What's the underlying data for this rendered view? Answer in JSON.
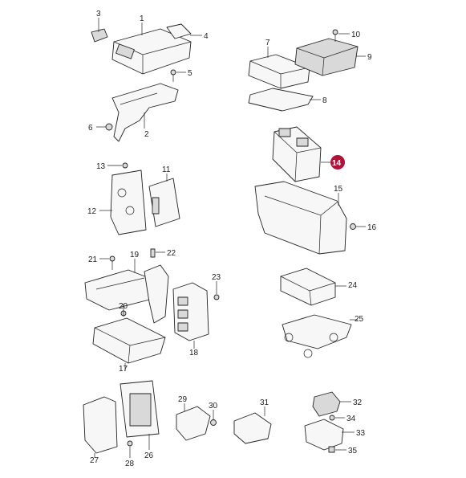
{
  "callouts": [
    {
      "id": "c1",
      "text": "1"
    },
    {
      "id": "c2",
      "text": "2"
    },
    {
      "id": "c3",
      "text": "3"
    },
    {
      "id": "c4",
      "text": "4"
    },
    {
      "id": "c5",
      "text": "5"
    },
    {
      "id": "c6",
      "text": "6"
    },
    {
      "id": "c7",
      "text": "7"
    },
    {
      "id": "c8",
      "text": "8"
    },
    {
      "id": "c9",
      "text": "9"
    },
    {
      "id": "c10",
      "text": "10"
    },
    {
      "id": "c11",
      "text": "11"
    },
    {
      "id": "c12",
      "text": "12"
    },
    {
      "id": "c13",
      "text": "13"
    },
    {
      "id": "c14",
      "text": "14"
    },
    {
      "id": "c15",
      "text": "15"
    },
    {
      "id": "c16",
      "text": "16"
    },
    {
      "id": "c17",
      "text": "17"
    },
    {
      "id": "c18",
      "text": "18"
    },
    {
      "id": "c19",
      "text": "19"
    },
    {
      "id": "c20",
      "text": "20"
    },
    {
      "id": "c21",
      "text": "21"
    },
    {
      "id": "c22",
      "text": "22"
    },
    {
      "id": "c23",
      "text": "23"
    },
    {
      "id": "c24",
      "text": "24"
    },
    {
      "id": "c25",
      "text": "25"
    },
    {
      "id": "c26",
      "text": "26"
    },
    {
      "id": "c27",
      "text": "27"
    },
    {
      "id": "c28",
      "text": "28"
    },
    {
      "id": "c29",
      "text": "29"
    },
    {
      "id": "c30",
      "text": "30"
    },
    {
      "id": "c31",
      "text": "31"
    },
    {
      "id": "c32",
      "text": "32"
    },
    {
      "id": "c33",
      "text": "33"
    },
    {
      "id": "c34",
      "text": "34"
    },
    {
      "id": "c35",
      "text": "35"
    }
  ],
  "highlight": {
    "callout": "14",
    "color": "#b0133a"
  }
}
